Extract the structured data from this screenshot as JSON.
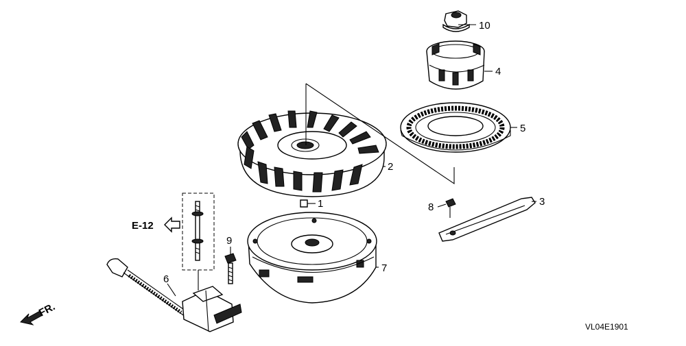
{
  "diagram": {
    "drawing_code": "VL04E1901",
    "reference": "E-12",
    "front_label": "FR.",
    "parts": [
      {
        "no": "1"
      },
      {
        "no": "2"
      },
      {
        "no": "3"
      },
      {
        "no": "4"
      },
      {
        "no": "5"
      },
      {
        "no": "6"
      },
      {
        "no": "7"
      },
      {
        "no": "8"
      },
      {
        "no": "9"
      },
      {
        "no": "10"
      }
    ]
  }
}
